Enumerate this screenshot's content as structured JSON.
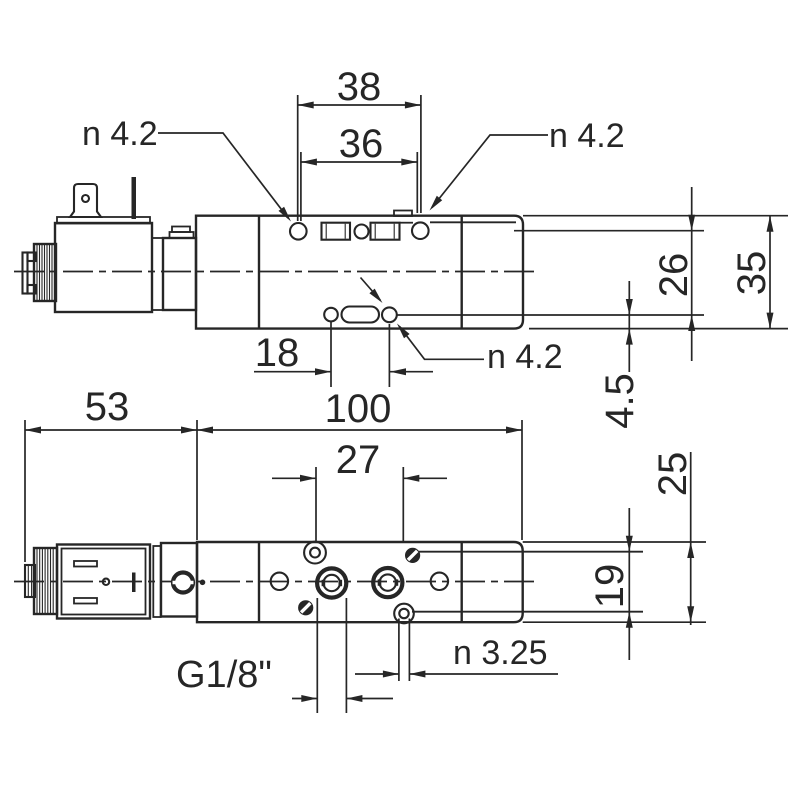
{
  "title": "Solenoid valve dimensional drawing, two orthographic views",
  "colors": {
    "line": "#262626",
    "background": "#ffffff"
  },
  "views": {
    "side": {
      "dims": {
        "d38": "38",
        "d36": "36",
        "d18": "18",
        "d26": "26",
        "d35": "35",
        "d45": "4.5"
      },
      "labels": {
        "hole_top_left": "n 4.2",
        "hole_top_right": "n 4.2",
        "hole_bottom": "n 4.2"
      }
    },
    "bottom": {
      "dims": {
        "d53": "53",
        "d100": "100",
        "d27": "27",
        "d25": "25",
        "d19": "19"
      },
      "labels": {
        "port_thread": "G1/8\"",
        "pilot_hole": "n 3.25"
      }
    }
  }
}
